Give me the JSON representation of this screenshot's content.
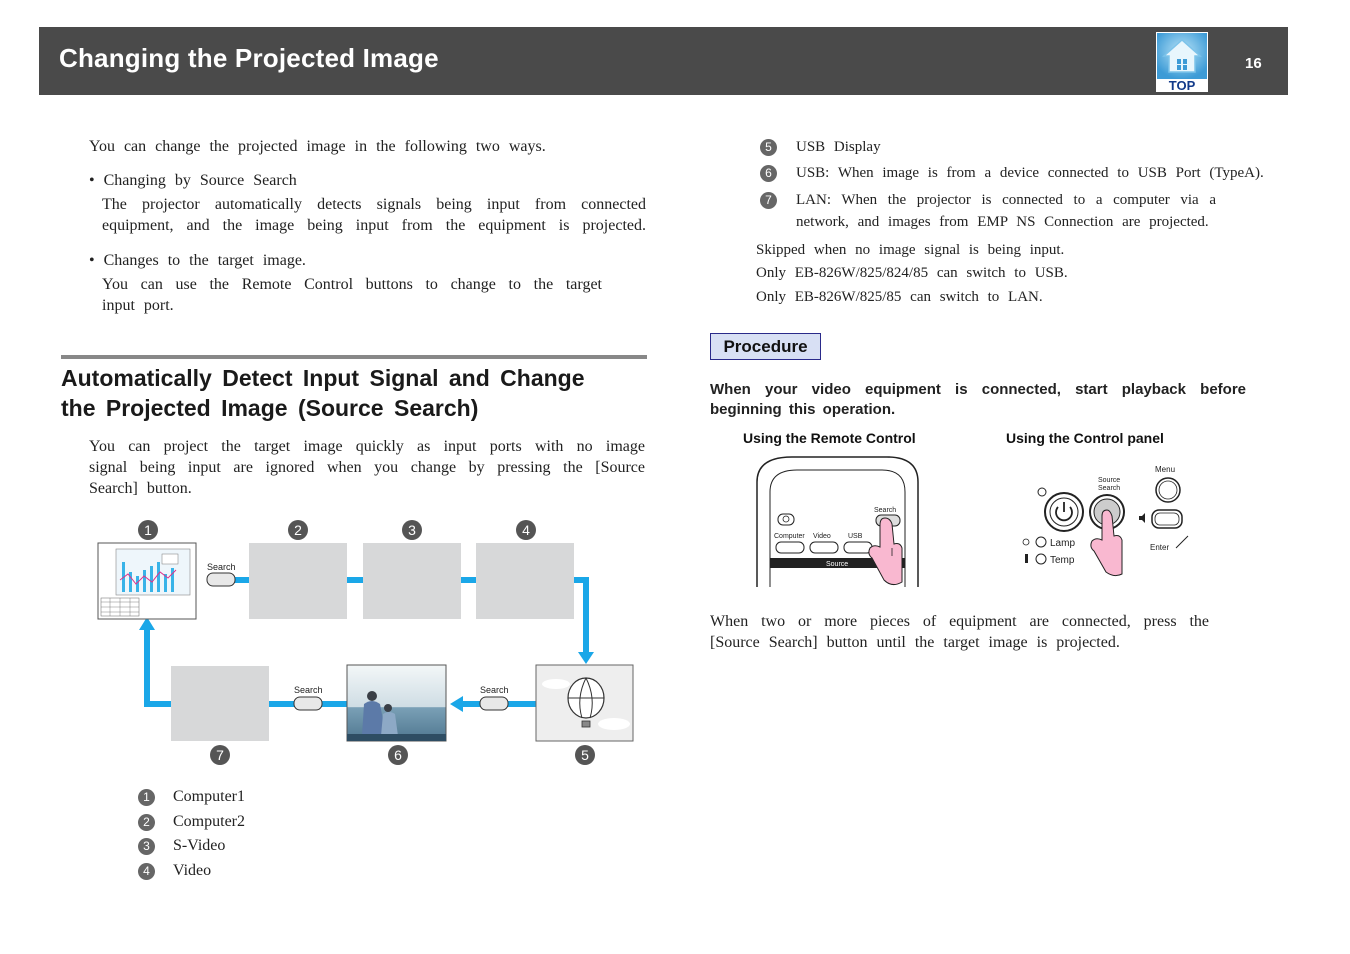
{
  "header": {
    "title": "Changing the Projected Image",
    "page_number": "16",
    "top_label": "TOP"
  },
  "intro": {
    "lead": "You can change the projected image in the following two ways.",
    "bullets": [
      {
        "title": "Changing by Source Search",
        "desc_lines": [
          "The projector automatically detects signals being input from connected",
          "equipment, and the image being input from the equipment is projected."
        ]
      },
      {
        "title": "Changes to the target image.",
        "desc_lines": [
          "You can use the Remote Control buttons to change to the target",
          "input port."
        ]
      }
    ]
  },
  "section": {
    "heading_lines": [
      "Automatically Detect Input Signal and Change",
      "the Projected Image (Source Search)"
    ],
    "paragraph_lines": [
      "You can project the target image quickly as input ports with no image",
      "signal being input are ignored when you change by pressing the [Source",
      "Search] button."
    ]
  },
  "diagram": {
    "search_label": "Search",
    "numbers": [
      "1",
      "2",
      "3",
      "4",
      "5",
      "6",
      "7"
    ]
  },
  "legend_left": [
    {
      "num": "1",
      "label": "Computer1"
    },
    {
      "num": "2",
      "label": "Computer2"
    },
    {
      "num": "3",
      "label": "S-Video"
    },
    {
      "num": "4",
      "label": "Video"
    }
  ],
  "legend_right": [
    {
      "num": "5",
      "lines": [
        "USB Display"
      ]
    },
    {
      "num": "6",
      "lines": [
        "USB: When image is from a device connected to USB Port (TypeA)."
      ]
    },
    {
      "num": "7",
      "lines": [
        "LAN: When the projector is connected to a computer via a",
        "network, and images from EMP NS Connection are projected."
      ]
    }
  ],
  "notes": [
    "Skipped when no image signal is being input.",
    "Only EB-826W/825/824/85 can switch to USB.",
    "Only EB-826W/825/85 can switch to LAN."
  ],
  "procedure": {
    "label": "Procedure",
    "bold_lines": [
      "When your video equipment is connected, start playback before",
      "beginning this operation."
    ],
    "remote_caption": "Using the Remote Control",
    "panel_caption": "Using the Control panel",
    "remote": {
      "search": "Search",
      "computer": "Computer",
      "video": "Video",
      "usb": "USB",
      "source": "Source"
    },
    "panel": {
      "source_search_1": "Source",
      "source_search_2": "Search",
      "menu": "Menu",
      "lamp": "Lamp",
      "temp": "Temp",
      "enter": "Enter"
    },
    "closing_lines": [
      "When two or more pieces of equipment are connected, press the",
      "[Source Search] button until the target image is projected."
    ]
  }
}
